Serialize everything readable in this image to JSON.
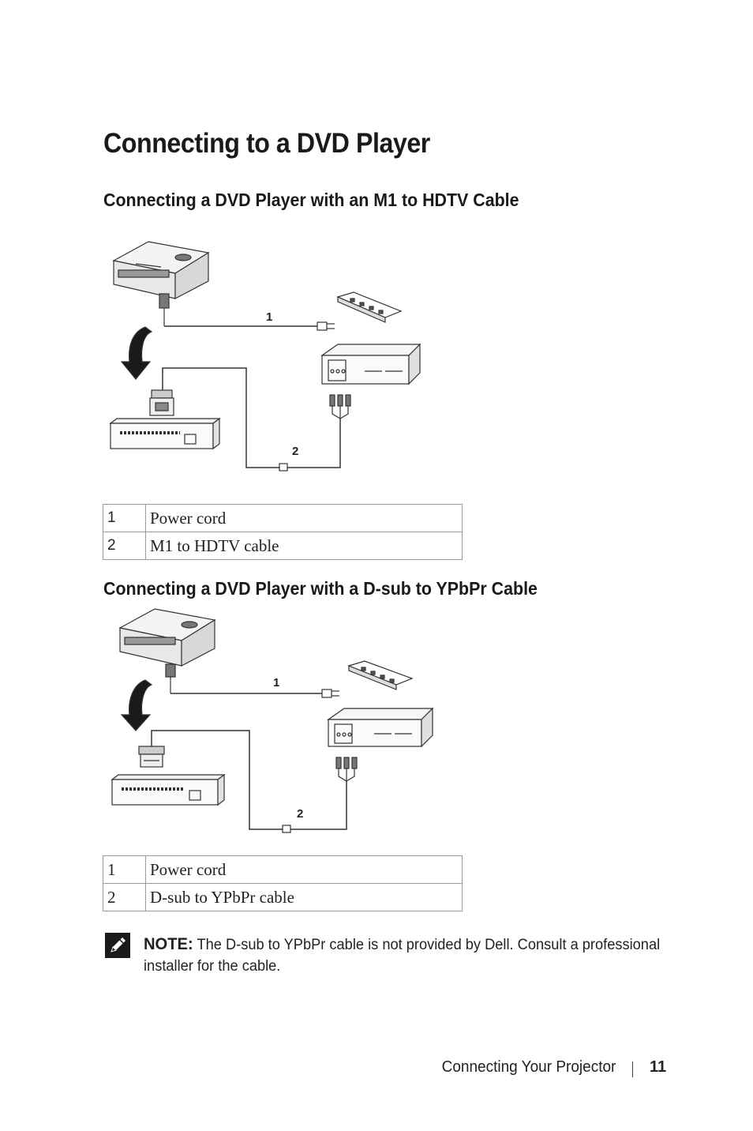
{
  "title": "Connecting to a DVD Player",
  "section1": {
    "heading": "Connecting a DVD Player with an M1 to HDTV Cable",
    "callouts": [
      "1",
      "2"
    ],
    "legend": [
      {
        "num": "1",
        "label": "Power cord"
      },
      {
        "num": "2",
        "label": "M1 to HDTV cable"
      }
    ]
  },
  "section2": {
    "heading": "Connecting a DVD Player with a D-sub to YPbPr Cable",
    "callouts": [
      "1",
      "2"
    ],
    "legend": [
      {
        "num": "1",
        "label": "Power cord"
      },
      {
        "num": "2",
        "label": "D-sub to YPbPr cable"
      }
    ]
  },
  "note": {
    "label": "NOTE:",
    "text": " The D-sub to YPbPr cable is not provided by Dell. Consult a professional installer for the cable."
  },
  "footer": {
    "chapter": "Connecting Your Projector",
    "page": "11"
  }
}
